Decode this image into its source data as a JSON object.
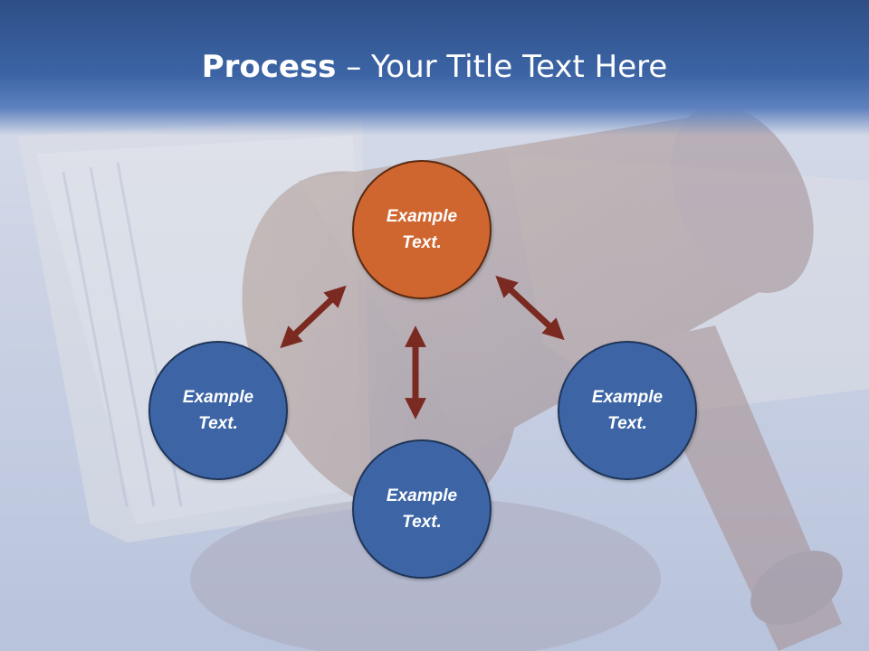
{
  "slide": {
    "title_bold": "Process",
    "title_rest": " – Your Title Text Here"
  },
  "diagram": {
    "nodes": [
      {
        "id": "top",
        "label": "Example Text.",
        "color": "#cf6630"
      },
      {
        "id": "left",
        "label": "Example Text.",
        "color": "#3d65a6"
      },
      {
        "id": "bottom",
        "label": "Example Text.",
        "color": "#3d65a6"
      },
      {
        "id": "right",
        "label": "Example Text.",
        "color": "#3d65a6"
      }
    ],
    "arrow_color": "#7a2a20",
    "connections": [
      {
        "from": "top",
        "to": "left",
        "style": "double-headed"
      },
      {
        "from": "top",
        "to": "bottom",
        "style": "double-headed"
      },
      {
        "from": "top",
        "to": "right",
        "style": "double-headed"
      }
    ]
  },
  "background": {
    "description_icon": "gavel-and-banknotes-photo"
  },
  "theme": {
    "title_band": "#3c64a5",
    "title_text": "#ffffff"
  }
}
